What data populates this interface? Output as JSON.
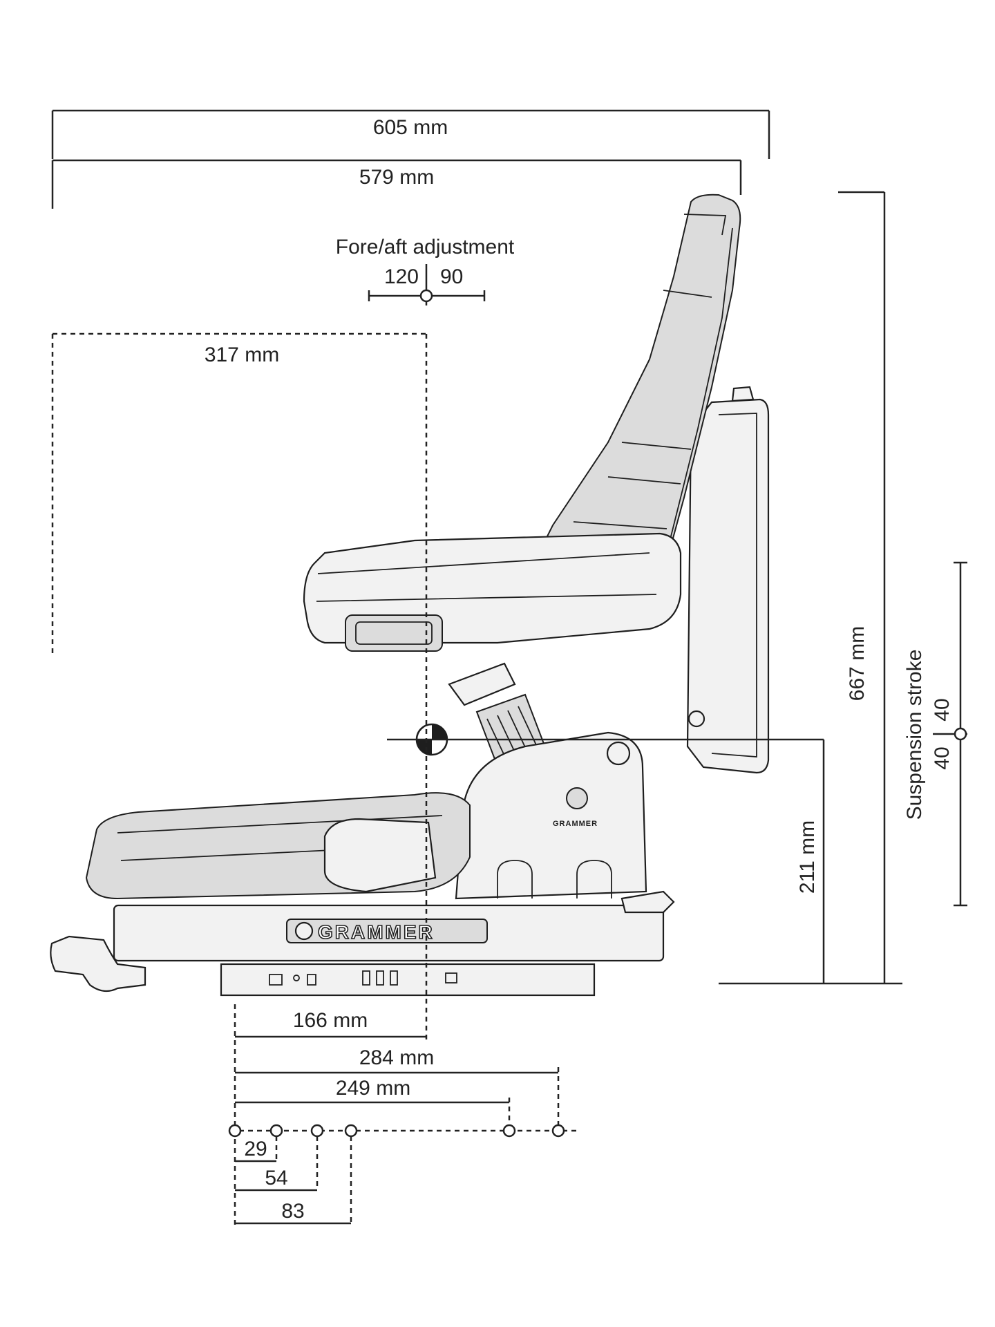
{
  "dimensions": {
    "overall_length": "605 mm",
    "seat_length": "579 mm",
    "fore_aft_title": "Fore/aft adjustment",
    "fore_aft_forward": "120",
    "fore_aft_back": "90",
    "reference_offset": "317 mm",
    "overall_height": "667 mm",
    "sip_height": "211 mm",
    "suspension_title": "Suspension stroke",
    "suspension_up": "40",
    "suspension_down": "40",
    "mount_166": "166 mm",
    "mount_284": "284 mm",
    "mount_249": "249 mm",
    "hole_29": "29",
    "hole_54": "54",
    "hole_83": "83"
  },
  "brand": {
    "name": "GRAMMER",
    "colors": {
      "line": "#1e1e1e",
      "seat_fill": "#f2f2f2",
      "cushion_fill": "#dcdcdc"
    }
  }
}
